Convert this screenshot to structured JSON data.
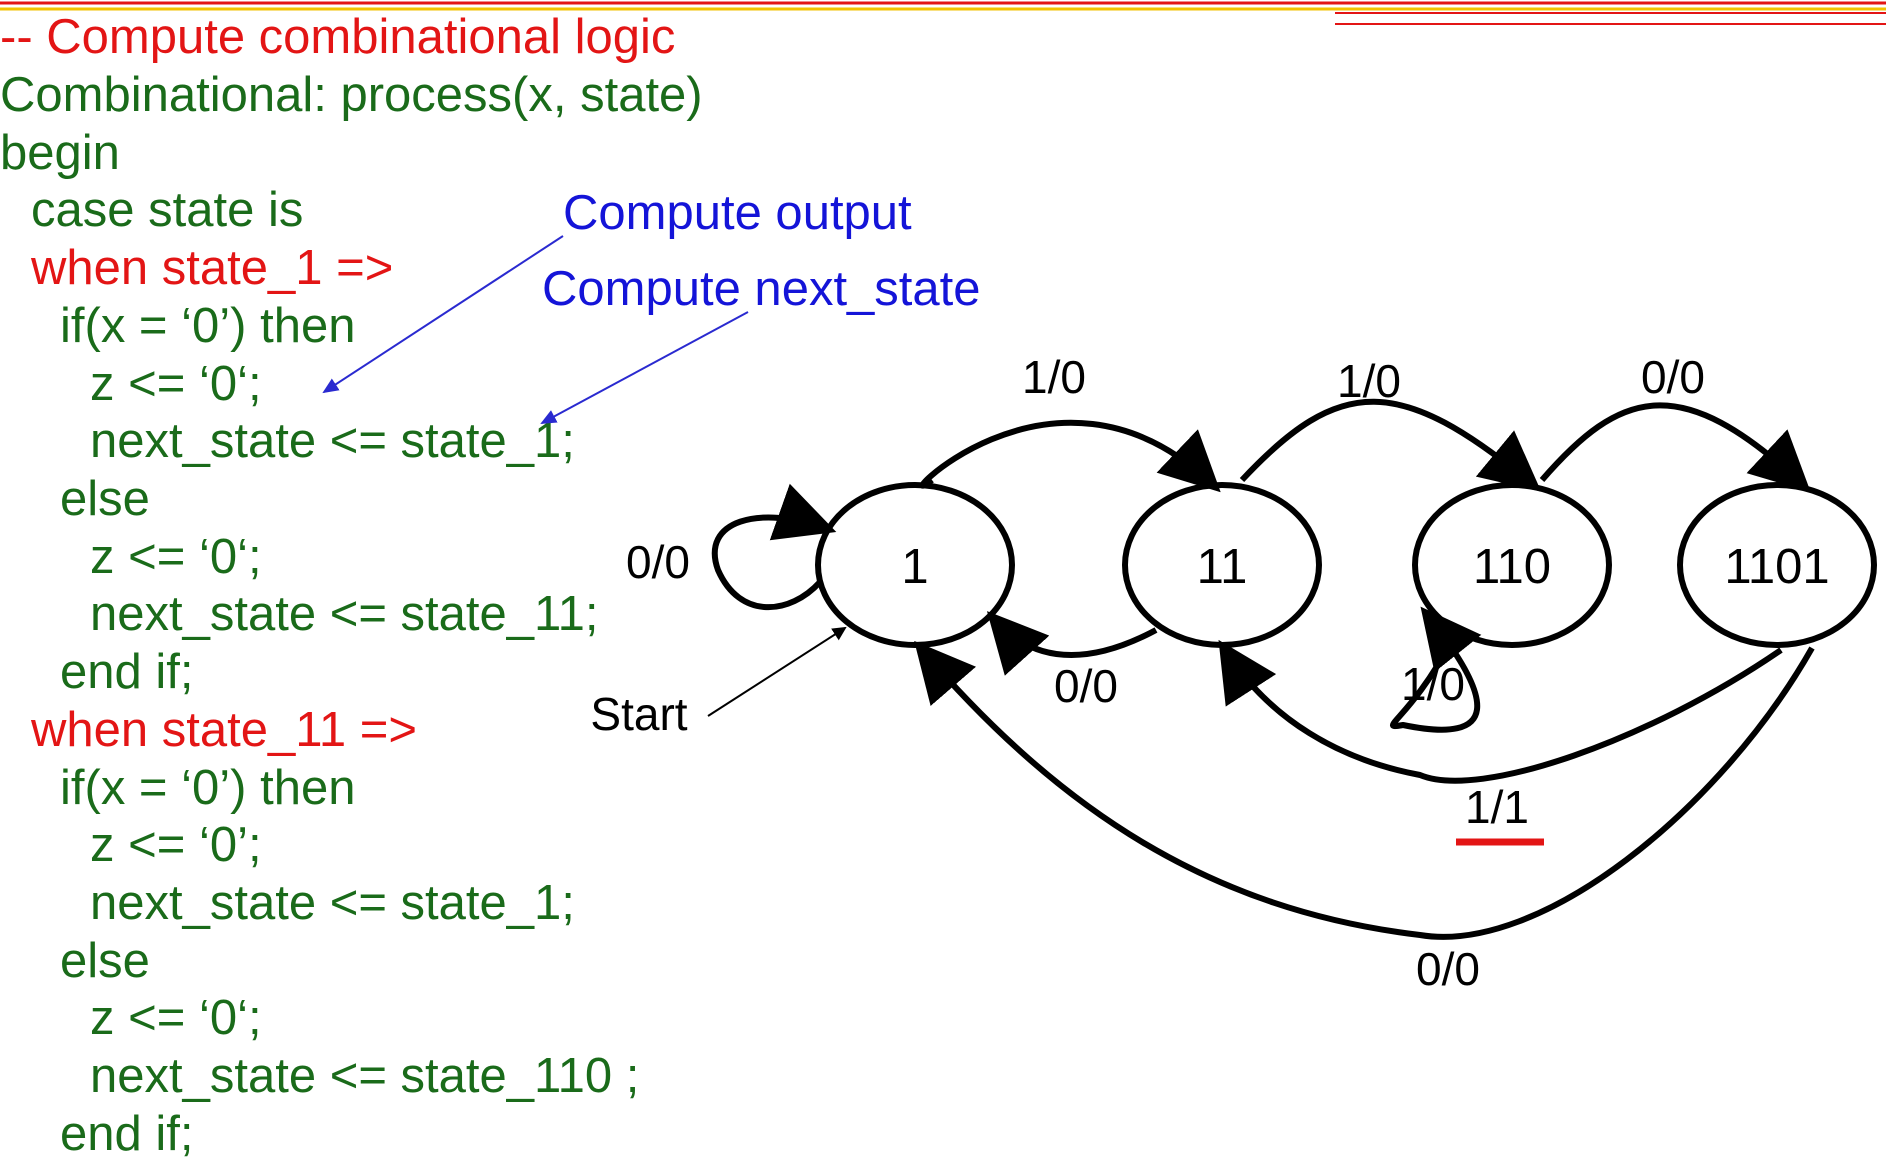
{
  "code": {
    "title": "-- Compute combinational logic",
    "lines": [
      "Combinational: process(x, state)",
      "begin",
      "case state is",
      "when state_1 =>",
      "if(x = ‘0’) then",
      "z <= ‘0‘;",
      "next_state <= state_1;",
      "else",
      "z <= ‘0‘;",
      "next_state <= state_11;",
      "end if;",
      "when state_11 =>",
      "if(x = ‘0’) then",
      "z <= ‘0’;",
      "next_state <= state_1;",
      "else",
      "z <= ‘0‘;",
      "next_state <= state_110 ;",
      "end if;"
    ]
  },
  "annotations": {
    "compute_output": "Compute output",
    "compute_next_state": "Compute next_state"
  },
  "diagram": {
    "states": [
      "1",
      "11",
      "110",
      "1101"
    ],
    "start_label": "Start",
    "transitions": {
      "s1_self": "0/0",
      "s1_to_s11": "1/0",
      "s11_to_s1": "0/0",
      "s11_to_s110": "1/0",
      "s110_self": "1/0",
      "s110_to_s1101": "0/0",
      "s1101_to_s11": "1/1",
      "s1101_to_s1": "0/0"
    }
  },
  "colors": {
    "code": "#1a6b1a",
    "keyword_red": "#e31515",
    "annotation_blue": "#1414d8",
    "diagram": "#000000",
    "highlight_underline": "#e31515"
  }
}
